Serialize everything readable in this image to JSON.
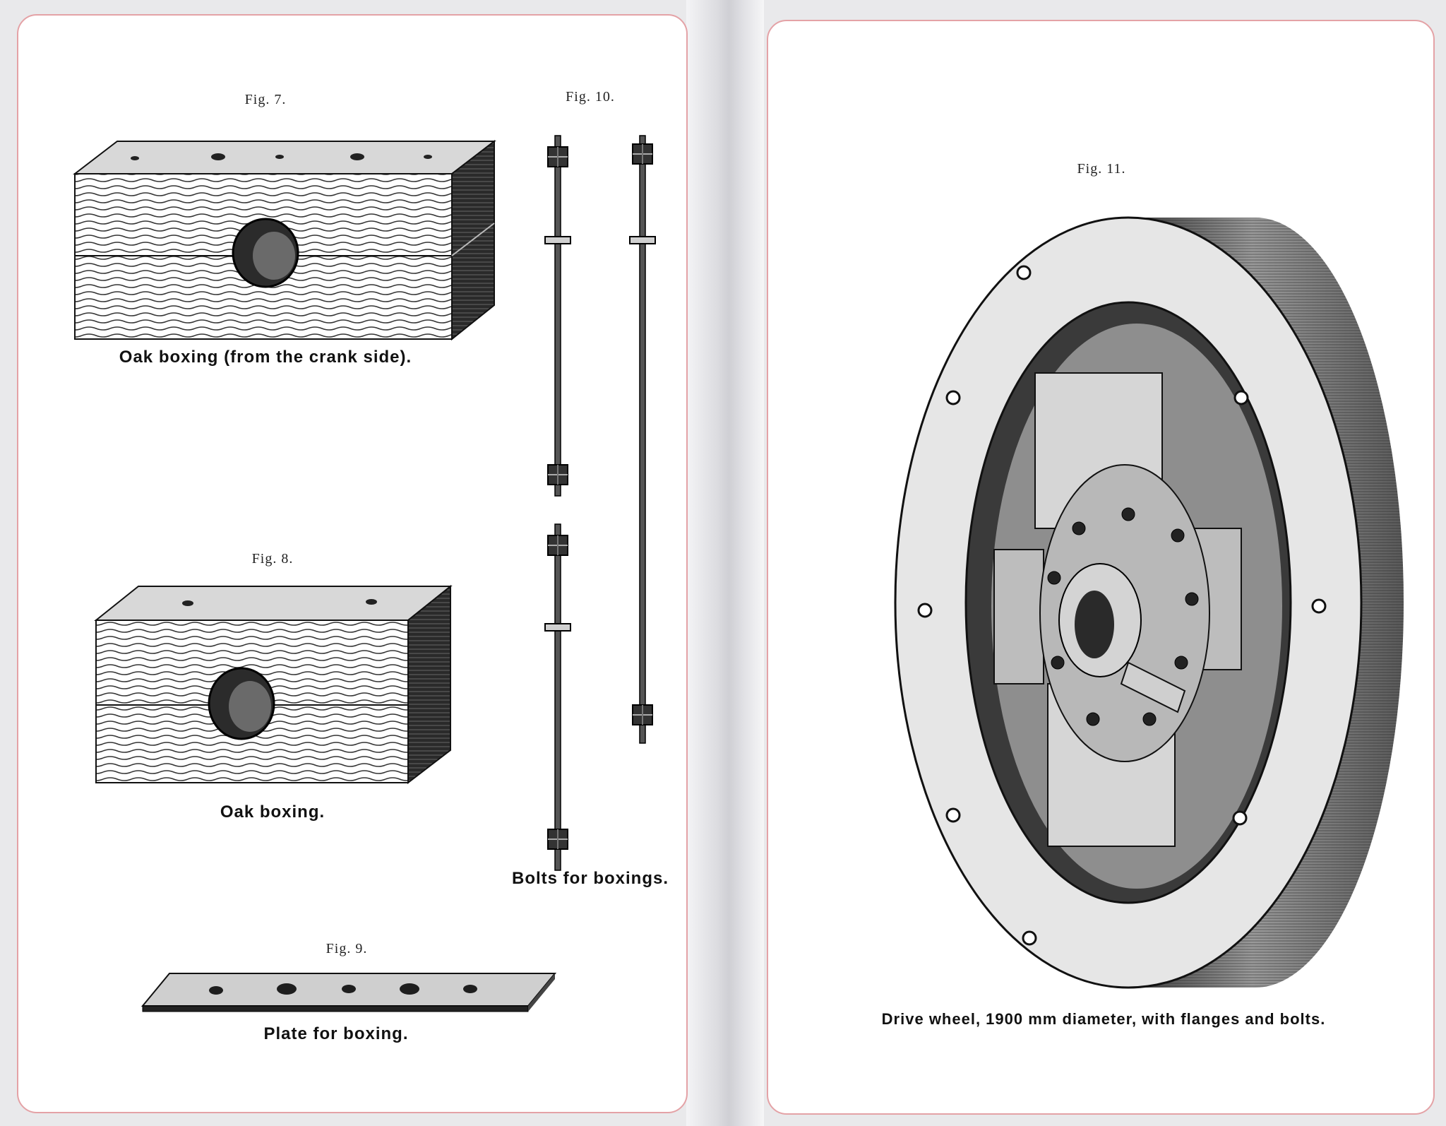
{
  "left_page": {
    "fig7": {
      "label": "Fig. 7.",
      "caption": "Oak boxing (from the crank side)."
    },
    "fig8": {
      "label": "Fig. 8.",
      "caption": "Oak boxing."
    },
    "fig9": {
      "label": "Fig. 9.",
      "caption": "Plate for boxing."
    },
    "fig10": {
      "label": "Fig. 10.",
      "caption": "Bolts for boxings."
    }
  },
  "right_page": {
    "fig11": {
      "label": "Fig. 11.",
      "caption": "Drive wheel, 1900 mm diameter, with flanges and bolts."
    }
  },
  "colors": {
    "page_border": "#e4a2a6",
    "ink": "#111111",
    "paper": "#ffffff"
  }
}
